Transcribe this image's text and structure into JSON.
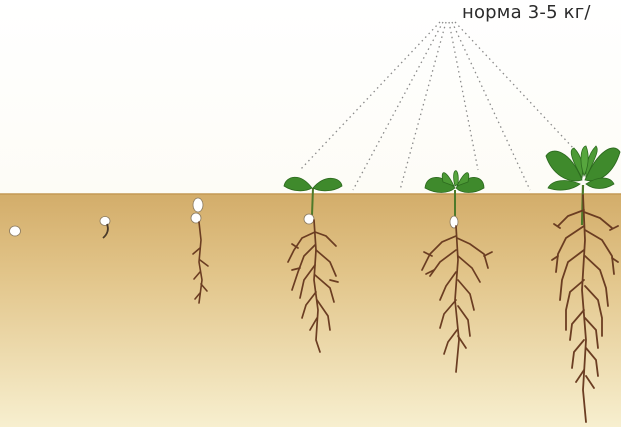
{
  "label": {
    "text": "норма 3-5 кг/"
  },
  "colors": {
    "soil_top": "#d3ad6a",
    "soil_bottom": "#f7efcf",
    "sky": "#ffffff",
    "root": "#6b3d22",
    "leaf": "#3f8a2c",
    "leaf_dark": "#2c6a1e",
    "seed": "#ffffff",
    "dots": "#8a8a8a"
  },
  "stages": [
    {
      "name": "seed"
    },
    {
      "name": "germinating-seed"
    },
    {
      "name": "sprout"
    },
    {
      "name": "seedling-cotyledons"
    },
    {
      "name": "seedling-first-leaves"
    },
    {
      "name": "young-plant"
    }
  ]
}
